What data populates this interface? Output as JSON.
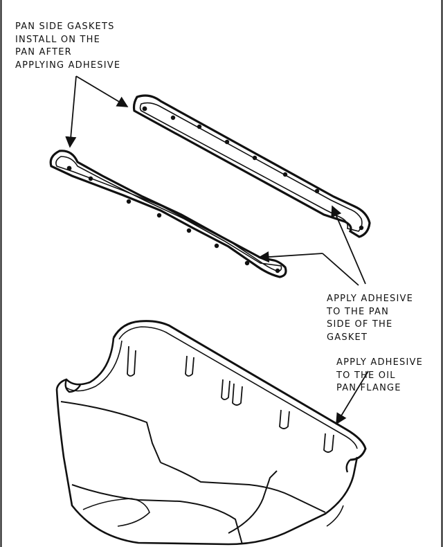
{
  "labels": {
    "pan_side_gaskets": [
      "PAN SIDE GASKETS",
      "INSTALL ON THE",
      "PAN AFTER",
      "APPLYING ADHESIVE"
    ],
    "adhesive_gasket": [
      "APPLY ADHESIVE",
      "TO THE PAN",
      "SIDE OF THE",
      "GASKET"
    ],
    "adhesive_flange": [
      "APPLY ADHESIVE",
      "TO THE OIL",
      "PAN FLANGE"
    ]
  },
  "colors": {
    "ink": "#111111",
    "paper": "#ffffff"
  }
}
